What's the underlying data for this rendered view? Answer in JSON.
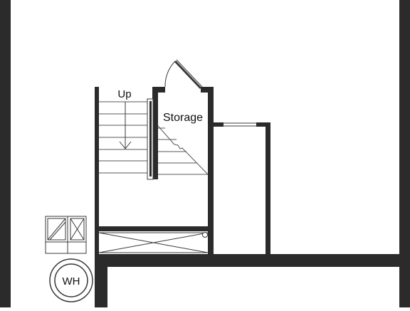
{
  "floor_plan": {
    "labels": {
      "stairs_direction": "Up",
      "storage_room": "Storage",
      "water_heater": "WH"
    },
    "colors": {
      "wall": "#2b2b2b",
      "line": "#3a3a3a",
      "background": "#ffffff"
    }
  }
}
